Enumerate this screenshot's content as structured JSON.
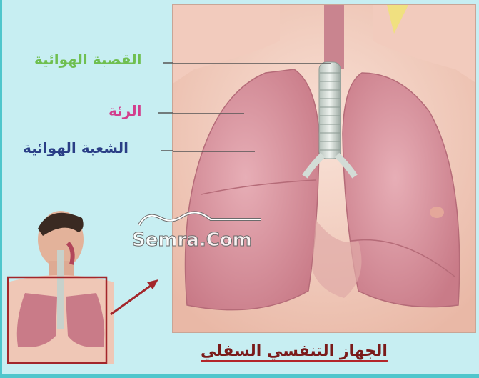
{
  "labels": {
    "trachea": "القصبة الهوائية",
    "lung": "الرئة",
    "bronchus": "الشعبة الهوائية"
  },
  "caption": "الجهاز التنفسي السفلي",
  "watermark": "Semra.Com",
  "icons": [
    "torso-anatomy-illustration",
    "inset-human-figure",
    "pointer-arrow"
  ],
  "colors": {
    "trachea_label": "#6fbf50",
    "lung_label": "#d23e8d",
    "bronchus_label": "#2a3e86",
    "caption": "#7a1a1a",
    "inset_frame": "#a3262b",
    "background": "#c7eef2"
  }
}
